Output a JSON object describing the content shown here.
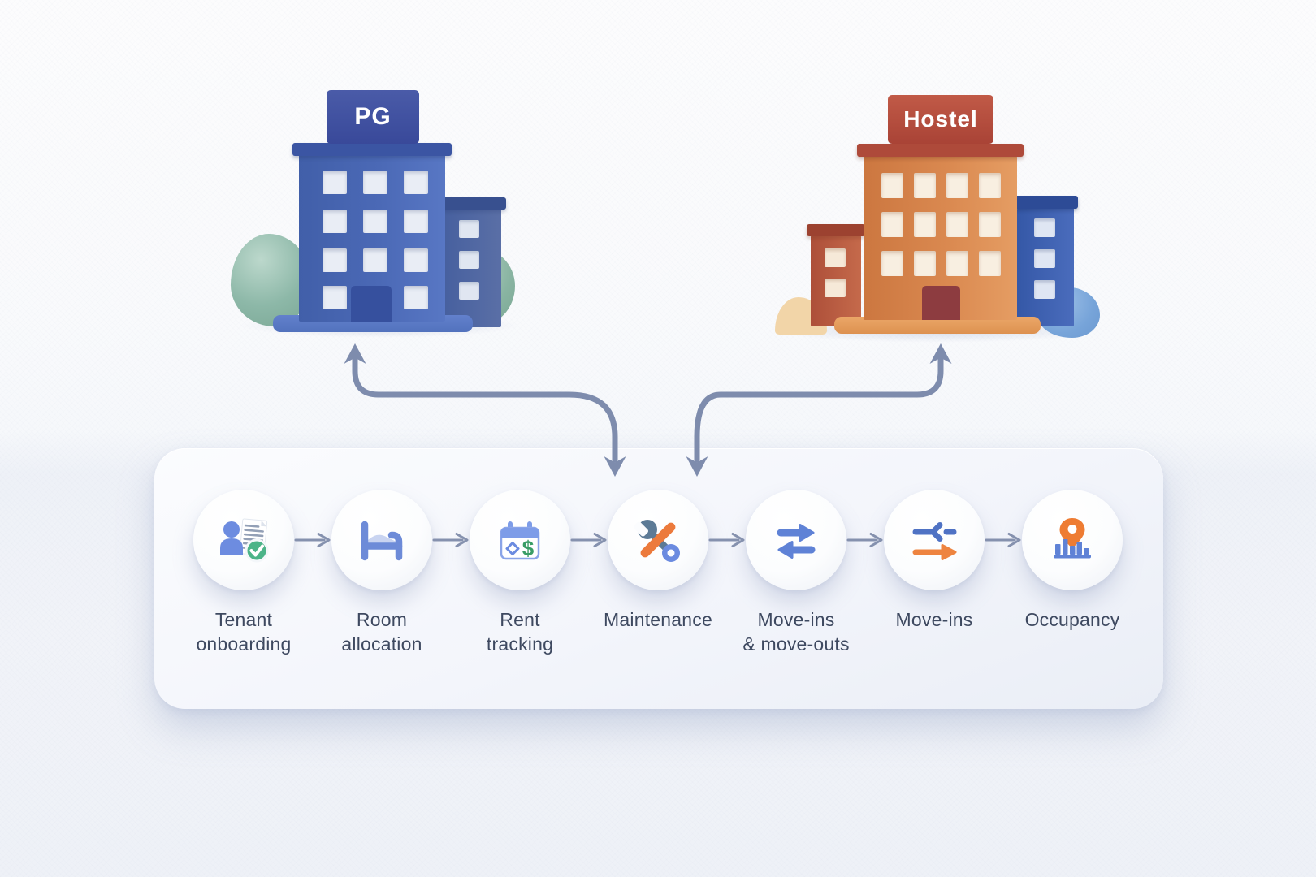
{
  "buildings": {
    "pg": {
      "sign_label": "PG",
      "primary_color": "#4b69b6",
      "sign_color": "#3e4f9d"
    },
    "hostel": {
      "sign_label": "Hostel",
      "primary_color": "#da8950",
      "sign_color": "#b44b3c"
    }
  },
  "workflow": {
    "steps": [
      {
        "label": "Tenant\nonboarding",
        "icon": "person-document-check-icon"
      },
      {
        "label": "Room\nallocation",
        "icon": "bed-icon"
      },
      {
        "label": "Rent\ntracking",
        "icon": "calendar-dollar-icon"
      },
      {
        "label": "Maintenance",
        "icon": "wrench-tools-icon"
      },
      {
        "label": "Move-ins\n& move-outs",
        "icon": "transfer-arrows-icon"
      },
      {
        "label": "Move-ins",
        "icon": "sliders-arrow-icon"
      },
      {
        "label": "Occupancy",
        "icon": "location-pin-chart-icon"
      }
    ]
  },
  "colors": {
    "accent_blue": "#6b8be0",
    "accent_orange": "#ec7a3c",
    "accent_green": "#4cb488",
    "connector": "#7e8cad",
    "label_text": "#3e4960",
    "panel_bg": "#f3f5fb",
    "circle_bg": "#fcfdfe"
  }
}
